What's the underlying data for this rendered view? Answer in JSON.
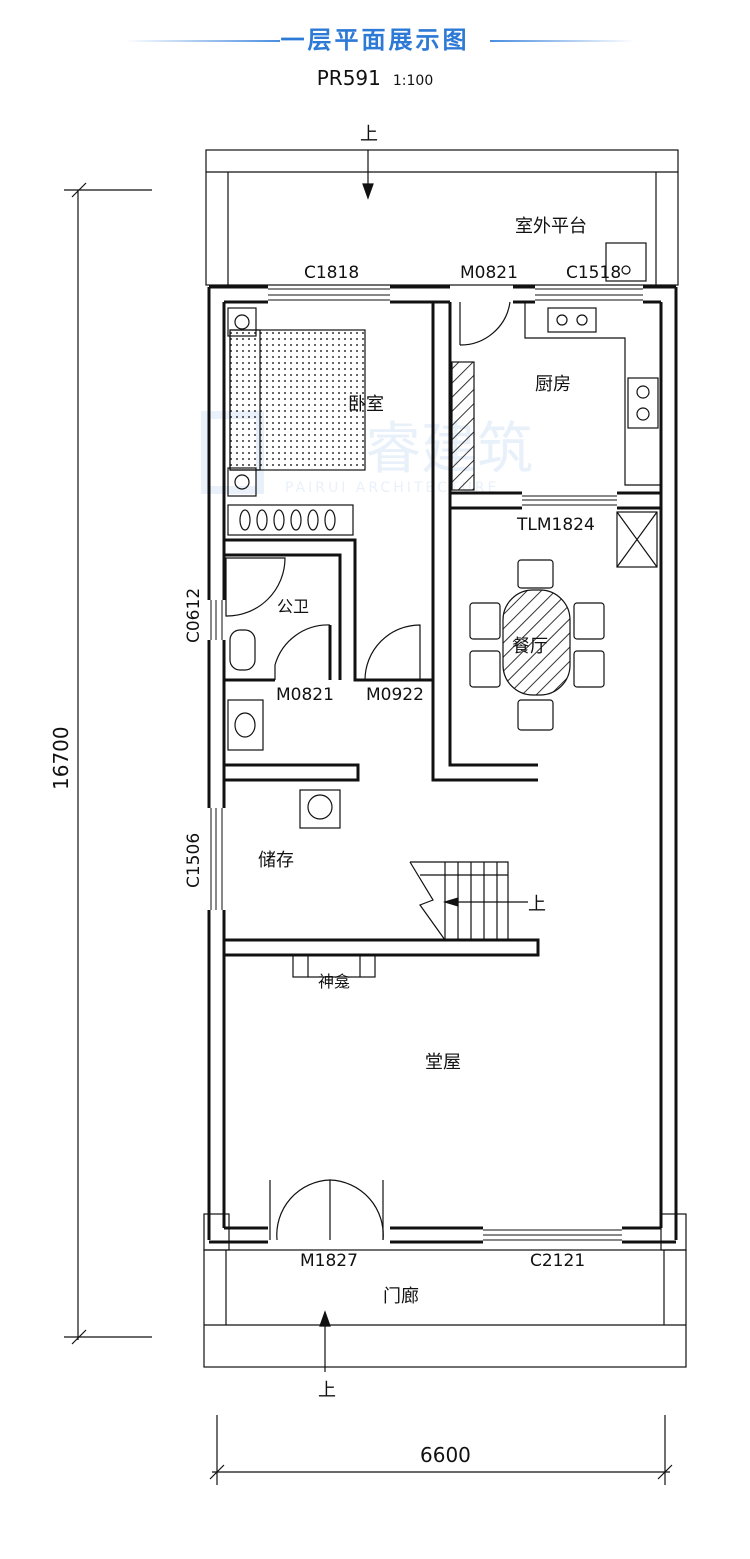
{
  "header": {
    "title": "一层平面展示图",
    "code": "PR591",
    "scale": "1:100"
  },
  "watermark": {
    "cn": "睿建筑",
    "en": "PAIRUI ARCHITECTURE"
  },
  "rooms": {
    "terrace": "室外平台",
    "bedroom": "卧室",
    "kitchen": "厨房",
    "bathroom": "公卫",
    "dining": "餐厅",
    "storage": "储存",
    "shrine": "神龛",
    "hall": "堂屋",
    "porch": "门廊"
  },
  "openings": {
    "window_bedroom": "C1818",
    "door_kitchen_outer": "M0821",
    "window_kitchen": "C1518",
    "sliding_door": "TLM1824",
    "window_bath": "C0612",
    "door_bath": "M0821",
    "door_bedroom": "M0922",
    "window_storage": "C1506",
    "door_main": "M1827",
    "window_hall": "C2121"
  },
  "stairs": {
    "up_top": "上",
    "up_stair": "上",
    "up_bottom": "上"
  },
  "dimensions": {
    "height": "16700",
    "width": "6600"
  },
  "colors": {
    "accent": "#2d79d6",
    "line": "#111111"
  }
}
